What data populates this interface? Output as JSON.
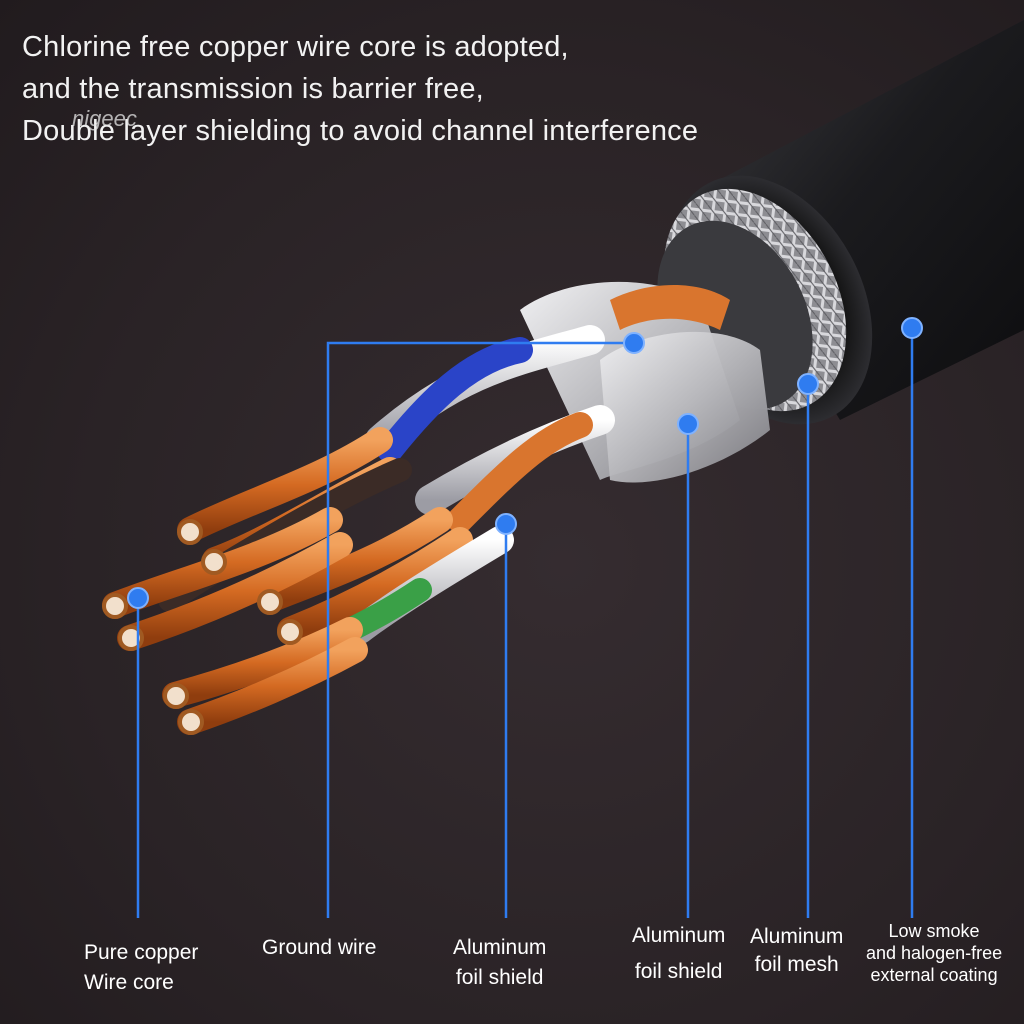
{
  "headline": {
    "line1": "Chlorine free copper wire core is adopted,",
    "line2": "and the transmission is barrier free,",
    "line3": "Double layer shielding to avoid channel interference"
  },
  "watermark": "nigeec",
  "colors": {
    "background": "#2b2427",
    "copper": "#d9752e",
    "callout": "#2f7cf0",
    "jacket": "#1a1a1c",
    "foil": "#cfcfd1"
  },
  "callouts": [
    {
      "id": "pure-copper",
      "lines": [
        "Pure copper",
        "Wire core"
      ]
    },
    {
      "id": "ground-wire",
      "lines": [
        "Ground wire"
      ]
    },
    {
      "id": "foil-shield-1",
      "lines": [
        "Aluminum",
        "foil shield"
      ]
    },
    {
      "id": "foil-shield-2",
      "lines": [
        "Aluminum",
        "foil shield"
      ]
    },
    {
      "id": "foil-mesh",
      "lines": [
        "Aluminum",
        "foil mesh"
      ]
    },
    {
      "id": "coating",
      "lines": [
        "Low smoke",
        "and halogen-free",
        "external coating"
      ]
    }
  ]
}
